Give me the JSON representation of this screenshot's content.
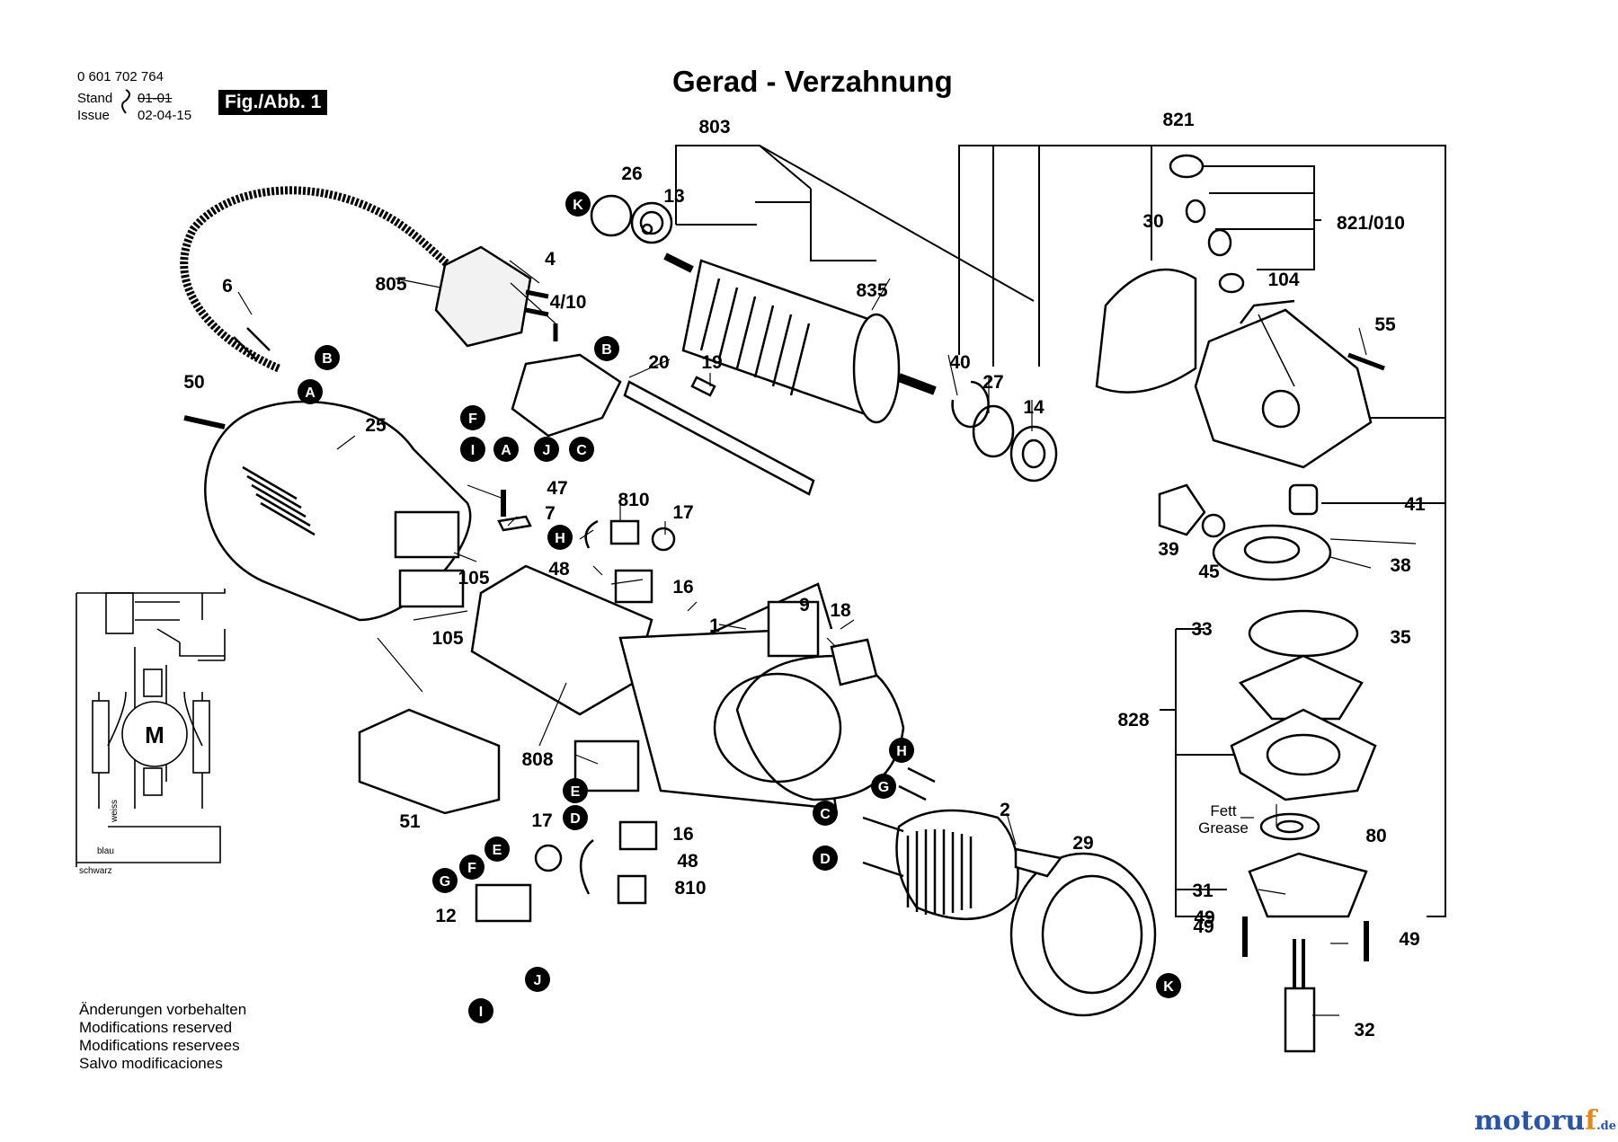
{
  "header": {
    "part_number": "0 601 702 764",
    "stand_label": "Stand",
    "stand_value": "01-01",
    "issue_label": "Issue",
    "issue_value": "02-04-15",
    "fig_label": "Fig./Abb. 1"
  },
  "title": "Gerad - Verzahnung",
  "footer": {
    "lines": [
      "Änderungen vorbehalten",
      "Modifications reserved",
      "Modifications reservees",
      "Salvo modificaciones"
    ]
  },
  "watermark": {
    "part1": "motoru",
    "part2": "f",
    "part3": ".de"
  },
  "parts": [
    "803",
    "821",
    "26",
    "13",
    "821/010",
    "30",
    "4",
    "805",
    "4/10",
    "835",
    "104",
    "6",
    "B",
    "A",
    "20",
    "19",
    "40",
    "27",
    "55",
    "14",
    "50",
    "25",
    "F",
    "I",
    "J",
    "C",
    "47",
    "7",
    "810",
    "17",
    "41",
    "H",
    "48",
    "16",
    "39",
    "45",
    "38",
    "105",
    "9",
    "18",
    "1",
    "33",
    "35",
    "828",
    "808",
    "2",
    "29",
    "E",
    "D",
    "G",
    "Fett",
    "Grease",
    "80",
    "31",
    "49",
    "51",
    "12",
    "K",
    "32"
  ],
  "callout_letters": [
    "K",
    "B",
    "A",
    "F",
    "I",
    "J",
    "C",
    "H",
    "E",
    "D",
    "G"
  ],
  "wiring": {
    "motor_label": "M",
    "wire_labels": [
      "weiss",
      "blau",
      "schwarz"
    ]
  },
  "colors": {
    "ink": "#000000",
    "paper": "#ffffff",
    "brand_blue": "#2a55a5",
    "brand_orange": "#e08a1e"
  }
}
